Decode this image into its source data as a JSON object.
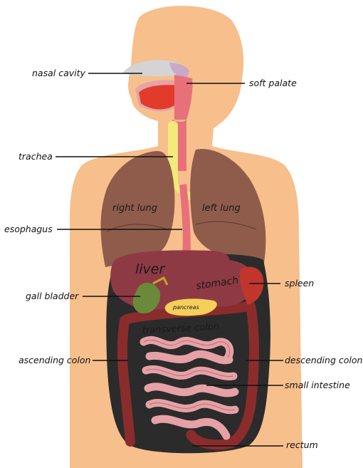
{
  "labels": {
    "nasal_cavity": "nasal cavity",
    "soft_palate": "soft palate",
    "trachea": "trachea",
    "esophagus": "esophagus",
    "gall_bladder": "gall bladder",
    "spleen": "spleen",
    "ascending_colon": "ascending colon",
    "descending_colon": "descending colon",
    "small_intestine": "small intestine",
    "rectum": "rectum"
  },
  "organ_labels": {
    "right_lung": "right lung",
    "left_lung": "left lung",
    "liver": "liver",
    "stomach": "stomach",
    "pancreas": "pancreas",
    "transverse_colon": "transverse colon"
  },
  "colors": {
    "skin": "#f6bf8c",
    "lung": "#8f5c4b",
    "liver": "#8e3a44",
    "colon": "#8b2c2c",
    "intestine": "#e6a1a6",
    "cavity": "#2b2b2b",
    "trachea": "#f2ea7a"
  }
}
